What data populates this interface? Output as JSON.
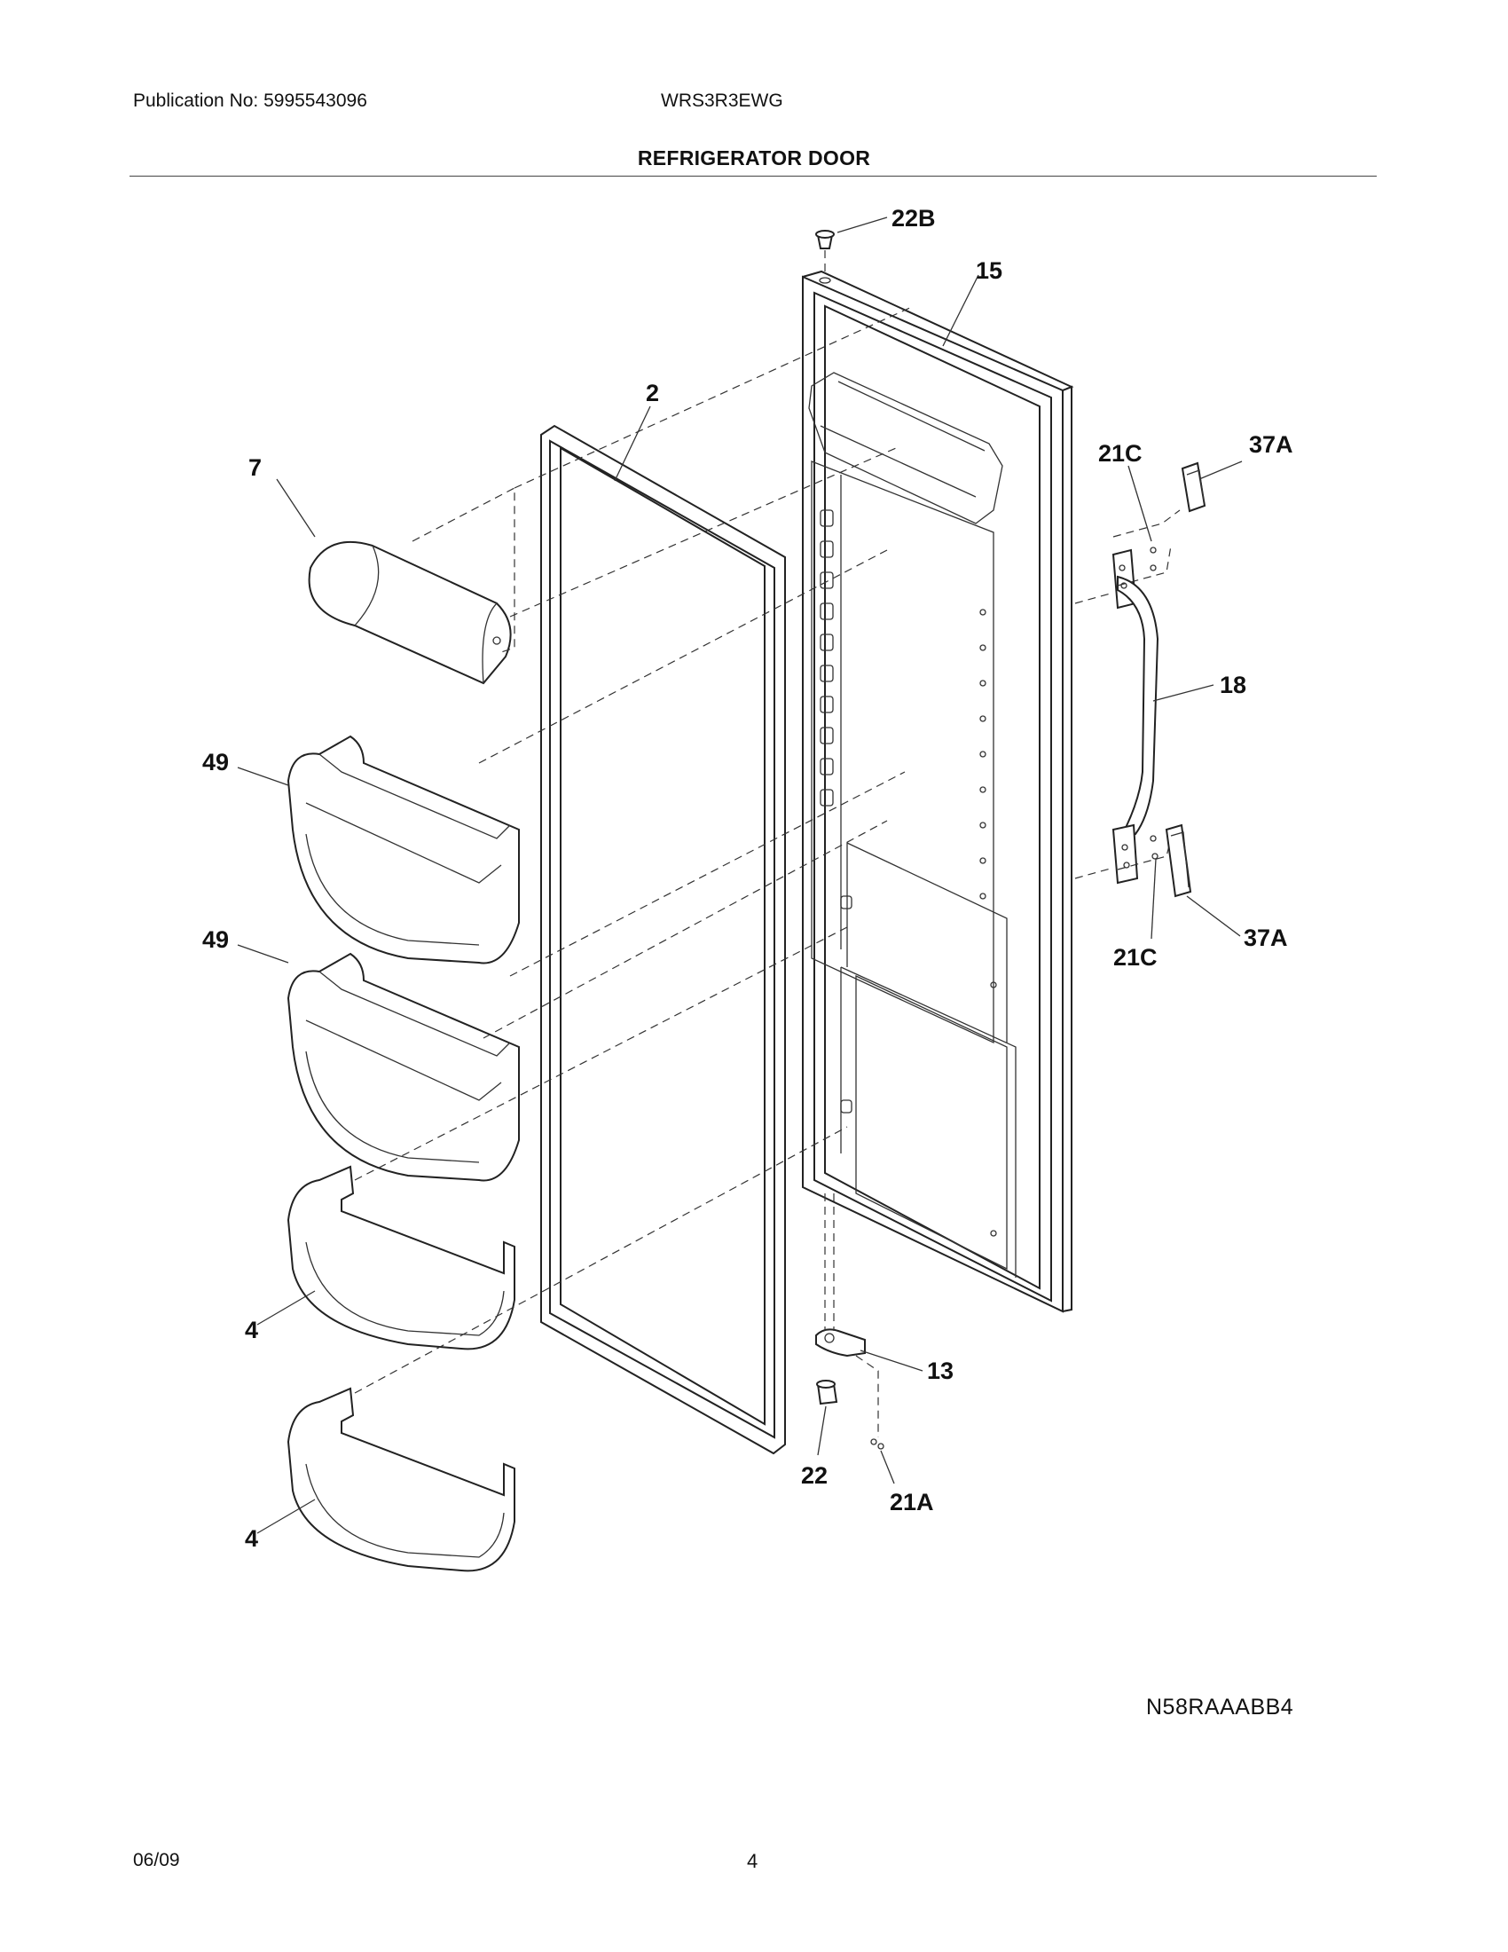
{
  "header": {
    "publication": "Publication No: 5995543096",
    "model": "WRS3R3EWG",
    "title": "REFRIGERATOR DOOR"
  },
  "diagram": {
    "callouts": [
      {
        "id": "22b",
        "label": "22B"
      },
      {
        "id": "15",
        "label": "15"
      },
      {
        "id": "2",
        "label": "2"
      },
      {
        "id": "7",
        "label": "7"
      },
      {
        "id": "21c-top",
        "label": "21C"
      },
      {
        "id": "37a-top",
        "label": "37A"
      },
      {
        "id": "18",
        "label": "18"
      },
      {
        "id": "49-top",
        "label": "49"
      },
      {
        "id": "49-bottom",
        "label": "49"
      },
      {
        "id": "21c-bottom",
        "label": "21C"
      },
      {
        "id": "37a-bottom",
        "label": "37A"
      },
      {
        "id": "4-top",
        "label": "4"
      },
      {
        "id": "13",
        "label": "13"
      },
      {
        "id": "22",
        "label": "22"
      },
      {
        "id": "21a",
        "label": "21A"
      },
      {
        "id": "4-bottom",
        "label": "4"
      }
    ],
    "drawing_code": "N58RAAABB4"
  },
  "footer": {
    "date": "06/09",
    "page": "4"
  }
}
